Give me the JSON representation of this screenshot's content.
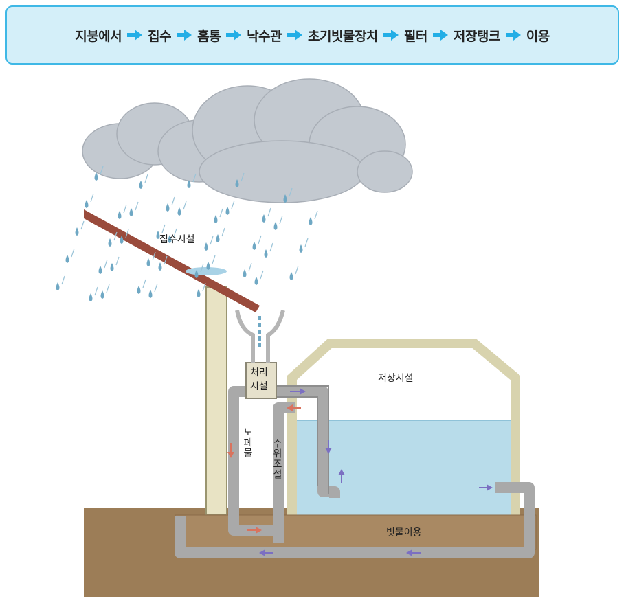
{
  "flow": {
    "steps": [
      "지붕에서",
      "집수",
      "홈통",
      "낙수관",
      "초기빗물장치",
      "필터",
      "저장탱크",
      "이용"
    ],
    "arrow_color": "#22aee6"
  },
  "labels": {
    "collection": "집수시설",
    "treatment_line1": "처리",
    "treatment_line2": "시설",
    "storage": "저장시설",
    "waste_water": "노폐물",
    "water_level": "수위조절",
    "usage": "빗물이용"
  },
  "colors": {
    "banner_bg": "#d4eff9",
    "banner_border": "#3fb8e6",
    "water": "#b8dcea",
    "ground": "#9c7d57",
    "pipe": "#a9a9a9",
    "roof": "#9a4b3c",
    "cloud": "#c3c9d0",
    "rain": "#6fa8c4",
    "flow_arrow": "#7b6fc2",
    "waste_arrow": "#d9735e"
  }
}
